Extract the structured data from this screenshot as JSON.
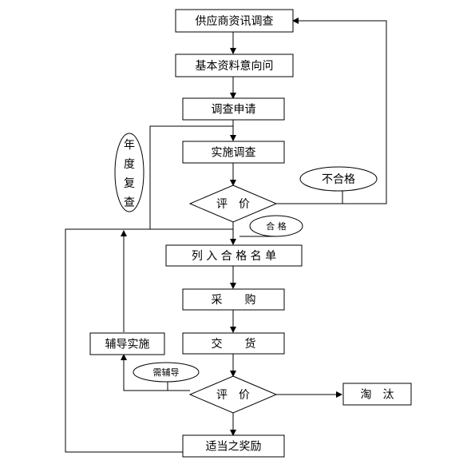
{
  "nodes": {
    "supplier_survey": "供应商资讯调查",
    "basic_inquiry": "基本资料意向问",
    "survey_apply": "调查申请",
    "survey_exec": "实施调查",
    "evaluate1": "评　价",
    "qualified_list": "列 入 合 格 名 单",
    "purchase": "采　　购",
    "delivery": "交　　货",
    "coaching": "辅导实施",
    "evaluate2": "评　价",
    "eliminate": "淘　汰",
    "reward": "适当之奖励"
  },
  "ovals": {
    "annual_review": [
      "年",
      "度",
      "复",
      "查"
    ],
    "unqualified": "不合格",
    "qualified": "合 格",
    "need_coaching": "需辅导"
  },
  "colors": {
    "stroke": "#000000",
    "background": "#ffffff"
  }
}
